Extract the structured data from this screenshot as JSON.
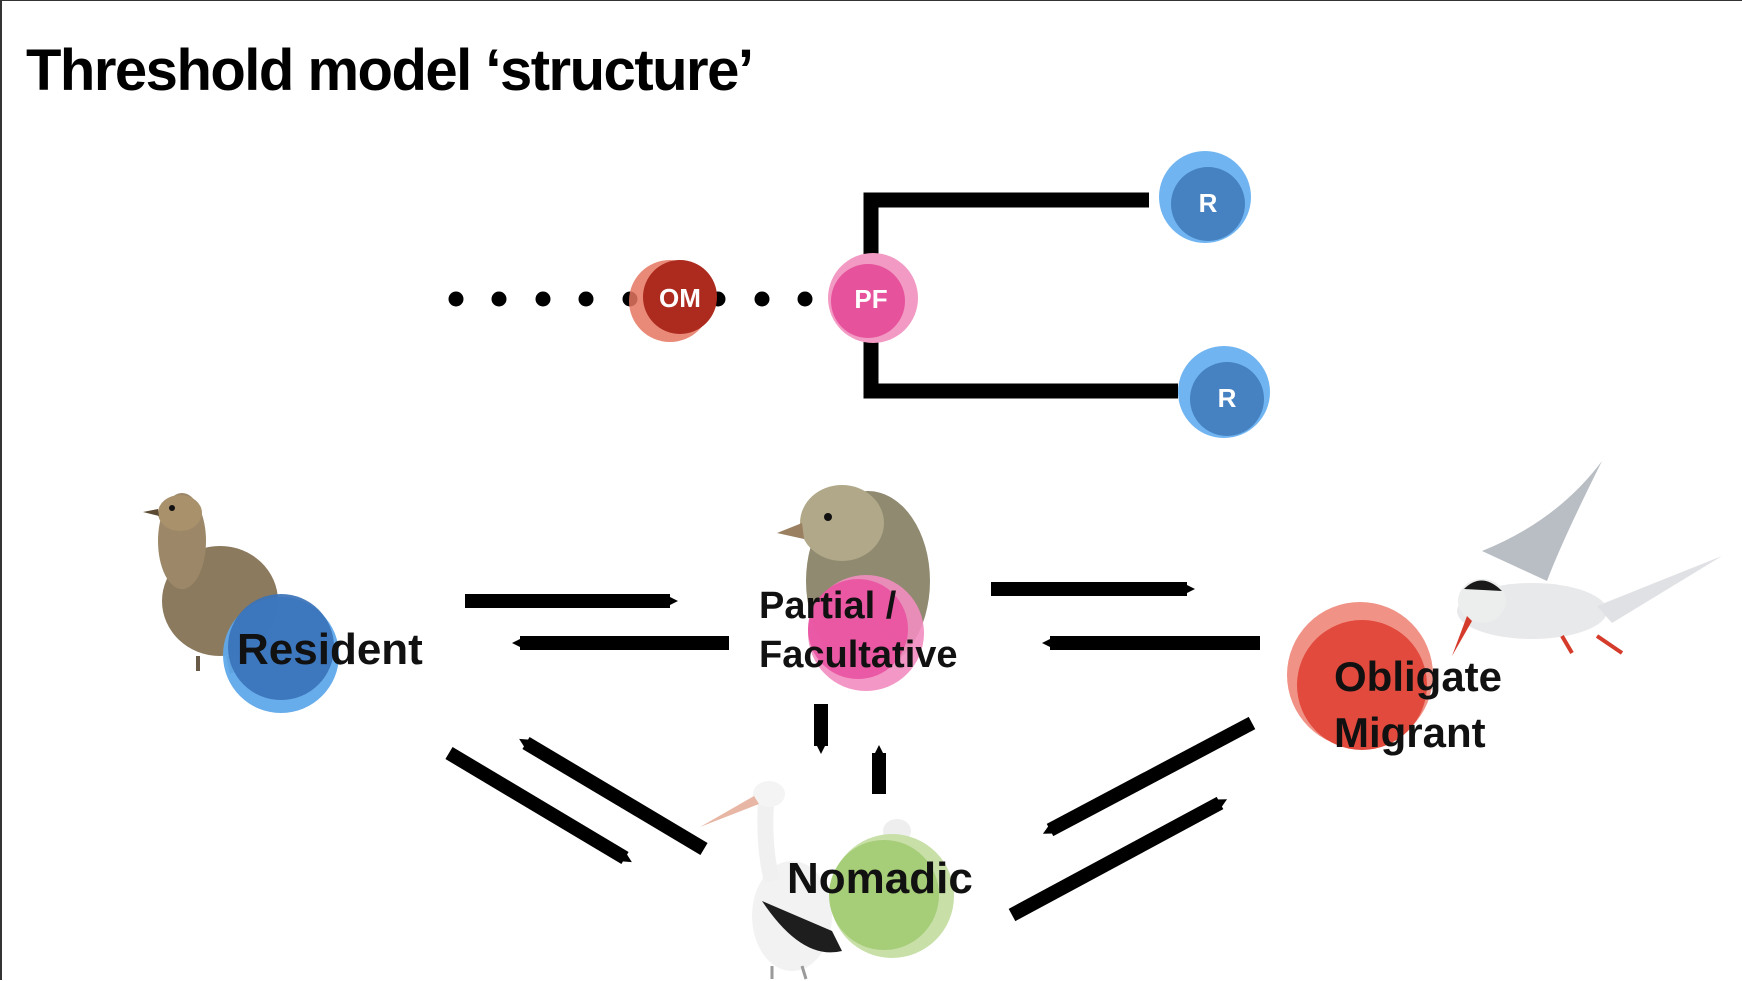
{
  "slide": {
    "title": "Threshold model ‘structure’"
  },
  "tree": {
    "nodes": {
      "om": "OM",
      "pf": "PF",
      "r_top": "R",
      "r_bottom": "R"
    },
    "colors": {
      "om": "#b03024",
      "pf": "#e6559f",
      "r": "#4a8ac8"
    }
  },
  "states": {
    "resident": "Resident",
    "partial_line1": "Partial /",
    "partial_line2": "Facultative",
    "obligate_line1": "Obligate",
    "obligate_line2": "Migrant",
    "nomadic": "Nomadic"
  },
  "state_colors": {
    "resident": "#3f86d3",
    "partial": "#ea5aa6",
    "obligate": "#e44a3e",
    "nomadic": "#a8cf7a"
  },
  "illustrations": {
    "resident": "quail-bird",
    "partial": "finch-bird",
    "obligate": "tern-bird",
    "nomadic": "pelican-birds"
  }
}
